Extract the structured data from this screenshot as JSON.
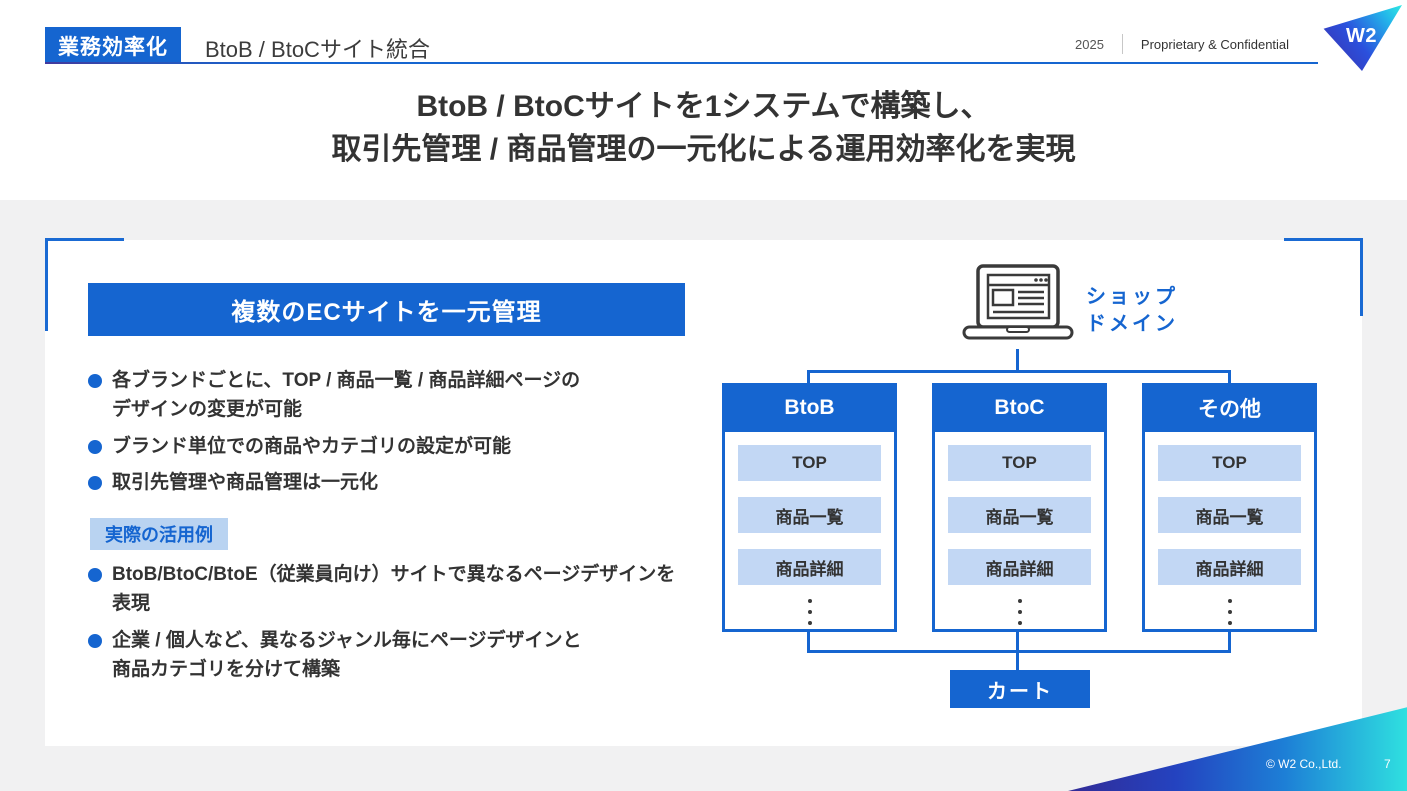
{
  "header": {
    "badge": "業務効率化",
    "title": "BtoB / BtoCサイト統合",
    "year": "2025",
    "confidential": "Proprietary & Confidential",
    "logo_text": "W2"
  },
  "headline": {
    "line1": "BtoB / BtoCサイトを1システムで構築し、",
    "line2": "取引先管理 / 商品管理の一元化による運用効率化を実現"
  },
  "left_panel": {
    "heading": "複数のECサイトを一元管理",
    "features": [
      {
        "text": "各ブランドごとに、TOP / 商品一覧 / 商品詳細ページの\nデザインの変更が可能"
      },
      {
        "text": "ブランド単位での商品やカテゴリの設定が可能"
      },
      {
        "text": "取引先管理や商品管理は一元化"
      }
    ],
    "usage_label": "実際の活用例",
    "usage_examples": [
      {
        "text": "BtoB/BtoC/BtoE（従業員向け）サイトで異なるページデザインを\n表現"
      },
      {
        "text": "企業 / 個人など、異なるジャンル毎にページデザインと\n商品カテゴリを分けて構築"
      }
    ]
  },
  "diagram": {
    "domain_label": "ショップ\nドメイン",
    "columns": [
      {
        "title": "BtoB",
        "pages": [
          "TOP",
          "商品一覧",
          "商品詳細"
        ]
      },
      {
        "title": "BtoC",
        "pages": [
          "TOP",
          "商品一覧",
          "商品詳細"
        ]
      },
      {
        "title": "その他",
        "pages": [
          "TOP",
          "商品一覧",
          "商品詳細"
        ]
      }
    ],
    "cart_label": "カート"
  },
  "footer": {
    "copyright": "© W2 Co.,Ltd.",
    "page_number": "7"
  },
  "icons": {
    "laptop": "laptop-icon"
  },
  "colors": {
    "primary_blue": "#1565d0",
    "light_blue_box": "#c2d7f4",
    "usage_label_bg": "#b9d3f1",
    "panel_gray": "#f1f1f2",
    "text_dark": "#333333",
    "footer_gradient_start": "#322b96",
    "footer_gradient_end": "#2fe0e0"
  }
}
